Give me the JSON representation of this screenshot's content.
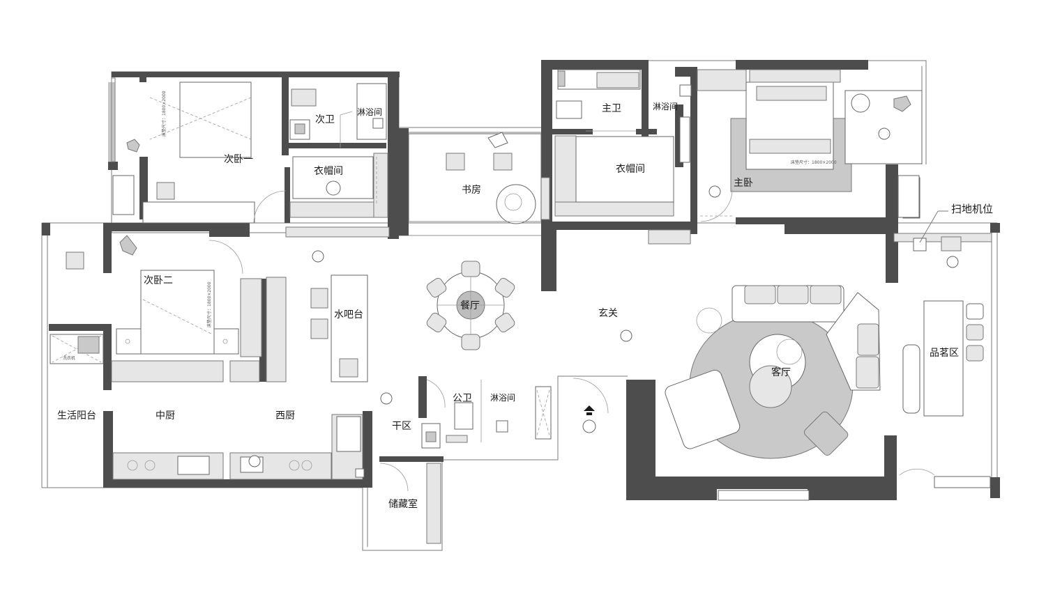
{
  "rooms": {
    "bedroom1": "次卧一",
    "bath2": "次卫",
    "shower_a": "淋浴间",
    "closet_a": "衣帽间",
    "study": "书房",
    "master_bath": "主卫",
    "shower_b": "淋浴间",
    "closet_b": "衣帽间",
    "master_bedroom": "主卧",
    "bedroom2": "次卧二",
    "water_bar": "水吧台",
    "dining": "餐厅",
    "foyer": "玄关",
    "living": "客厅",
    "tea_area": "品茗区",
    "utility_balcony": "生活阳台",
    "chinese_kitchen": "中厨",
    "western_kitchen": "西厨",
    "public_bath": "公卫",
    "shower_c": "淋浴间",
    "dry_area": "干区",
    "storage": "储藏室"
  },
  "callouts": {
    "robot_vacuum": "扫地机位"
  },
  "fixture_notes": {
    "washer": "洗衣机",
    "bed_size_a": "床垫尺寸：1800×2000",
    "bed_size_b": "床垫尺寸：1800×2000",
    "bed_size_c": "床垫尺寸：1800×2000"
  },
  "colors": {
    "wall": "#4d4d4d",
    "wall_light": "#8c8c8c",
    "rug": "#c9c9c9",
    "background": "#ffffff"
  }
}
